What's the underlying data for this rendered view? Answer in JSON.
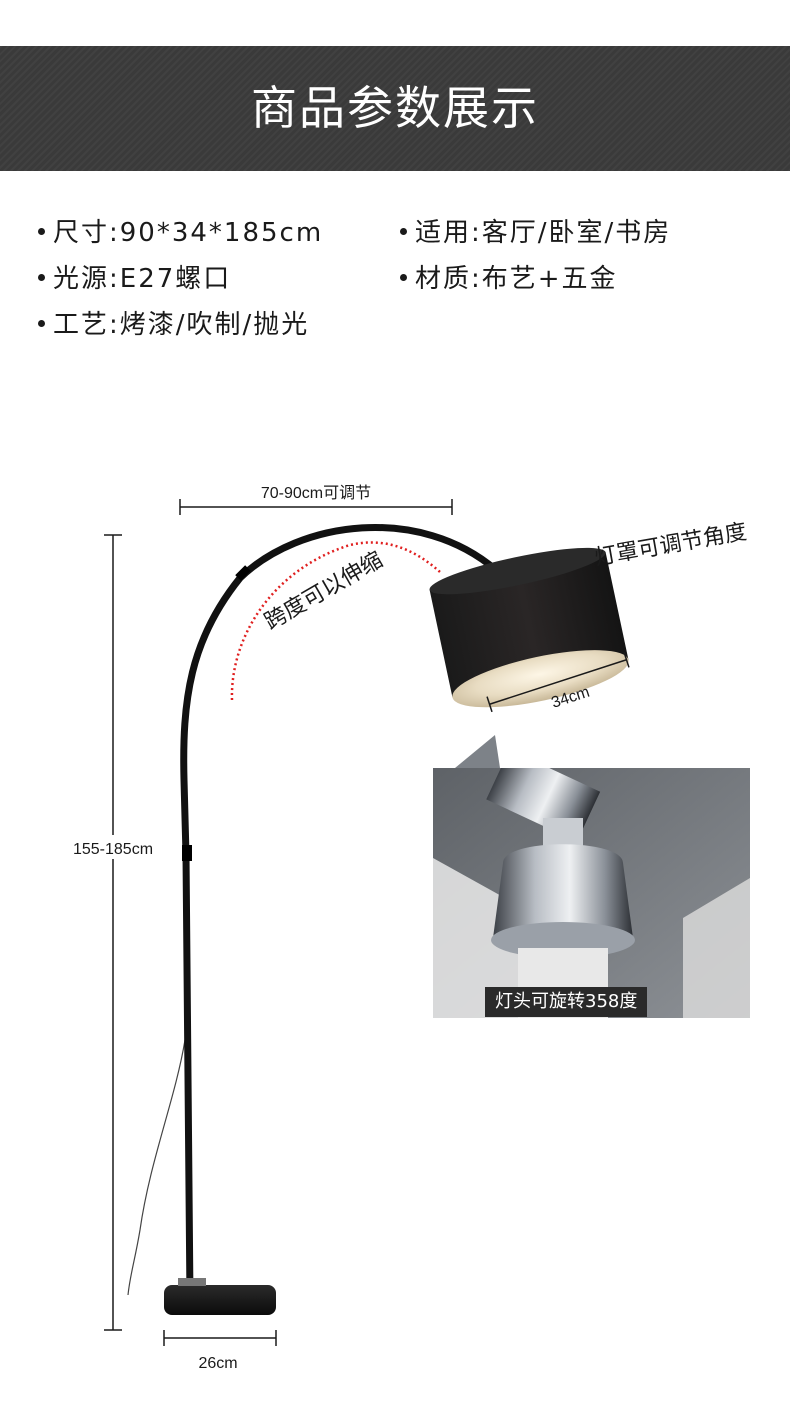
{
  "banner": {
    "title": "商品参数展示"
  },
  "specs": [
    {
      "label": "尺寸:90*34*185cm"
    },
    {
      "label": "适用:客厅/卧室/书房"
    },
    {
      "label": "光源:E27螺口"
    },
    {
      "label": "材质:布艺+五金"
    },
    {
      "label": "工艺:烤漆/吹制/抛光"
    }
  ],
  "diagram": {
    "span_width": "70-90cm可调节",
    "height_range": "155-185cm",
    "base_width": "26cm",
    "shade_width": "34cm",
    "arc_note": "跨度可以伸缩",
    "shade_note": "灯罩可调节角度"
  },
  "detail_photo": {
    "caption": "灯头可旋转358度"
  },
  "colors": {
    "banner": "#3a3a3a",
    "dotted_arc": "#e02020",
    "lamp": "#111111"
  }
}
